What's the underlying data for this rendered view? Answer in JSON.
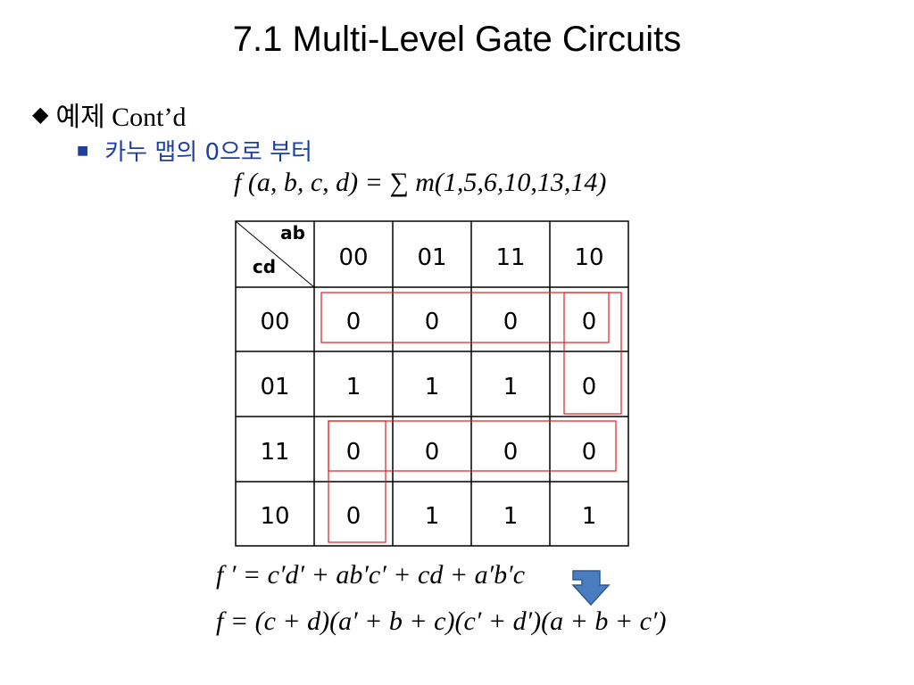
{
  "slide": {
    "title": "7.1 Multi-Level Gate Circuits",
    "bullet_level1": "예제 Cont’d",
    "bullet_level2": "카누 맵의 0으로 부터",
    "equation_top": "f (a, b, c, d) = ∑ m(1,5,6,10,13,14)",
    "equation_fprime": "f ′ = c′d′ + ab′c′ + cd + a′b′c",
    "equation_f": "f = (c + d)(a′ + b + c)(c′ + d′)(a + b + c′)"
  },
  "kmap": {
    "corner_top_label": "ab",
    "corner_bottom_label": "cd",
    "column_headers": [
      "00",
      "01",
      "11",
      "10"
    ],
    "row_headers": [
      "00",
      "01",
      "11",
      "10"
    ],
    "cells": [
      [
        "0",
        "0",
        "0",
        "0"
      ],
      [
        "1",
        "1",
        "1",
        "0"
      ],
      [
        "0",
        "0",
        "0",
        "0"
      ],
      [
        "0",
        "1",
        "1",
        "1"
      ]
    ],
    "group_color": "#e02020"
  },
  "icons": {
    "diamond": "◆",
    "square": "■",
    "arrow": "down-arrow-icon",
    "arrow_color": "#4a7cc0"
  }
}
